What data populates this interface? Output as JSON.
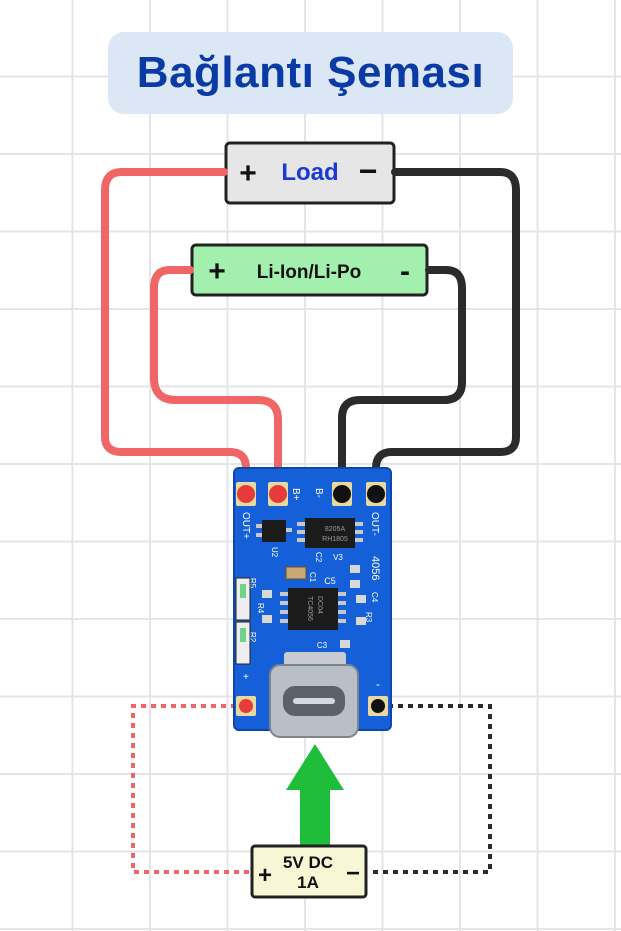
{
  "title": "Bağlantı Şeması",
  "load": {
    "plus": "+",
    "label": "Load",
    "minus": "−"
  },
  "battery": {
    "plus": "+",
    "label": "Li-Ion/Li-Po",
    "minus": "-"
  },
  "source": {
    "plus": "+",
    "line1": "5V DC",
    "line2": "1A",
    "minus": "−"
  },
  "board": {
    "pads_top": [
      "OUT+",
      "B+",
      "B-",
      "OUT-"
    ],
    "chip_top_line1": "8205A",
    "chip_top_line2": "RH1805",
    "chip_main_line1": "TC4056",
    "chip_main_line2": "DC04",
    "module_name": "4056",
    "labels": [
      "U2",
      "R2",
      "R3",
      "R4",
      "R5",
      "C1",
      "C2",
      "C3",
      "C4",
      "C5",
      "V3"
    ],
    "pad_plus": "+",
    "pad_minus": "-"
  },
  "colors": {
    "positive_wire": "#f06565",
    "negative_wire": "#2b2b2b",
    "pcb": "#1560d8",
    "arrow": "#1fbe3a",
    "load_fill": "#e6e6e6",
    "battery_fill": "#a3efad",
    "source_fill": "#f7f6d5",
    "title": "#0a3aa3",
    "title_bg": "#dbe7f5"
  }
}
